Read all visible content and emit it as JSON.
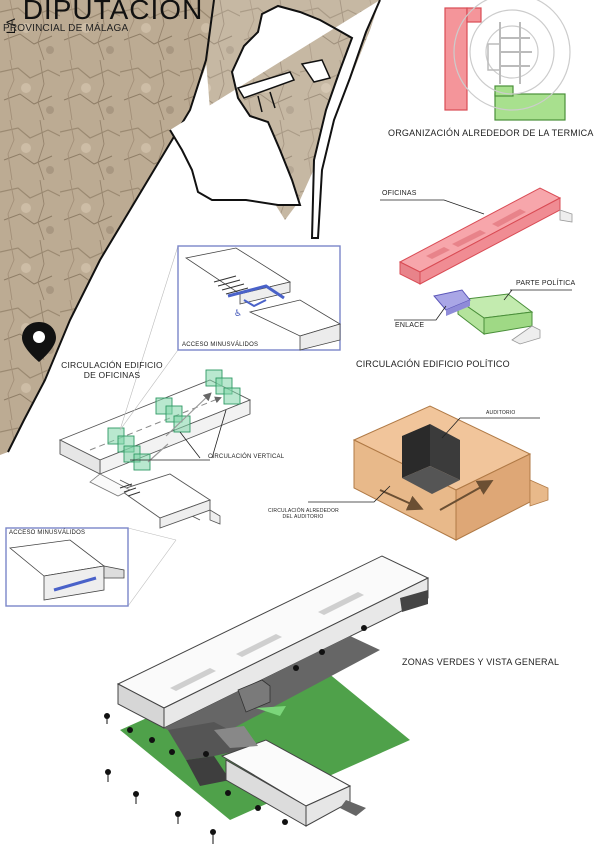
{
  "header": {
    "title_la": "LA",
    "title": "DIPUTACION",
    "subtitle": "PROVINCIAL DE MÁLAGA"
  },
  "labels": {
    "organizacion": "ORGANIZACIÓN ALREDEDOR DE LA TERMICA",
    "oficinas": "OFICINAS",
    "parte_politica": "PARTE POLÍTICA",
    "enlace": "ENLACE",
    "circ_politico": "CIRCULACIÓN EDIFICIO POLÍTICO",
    "circ_oficinas_1": "CIRCULACIÓN EDIFICIO",
    "circ_oficinas_2": "DE OFICINAS",
    "acceso_top": "ACCESO MINUSVÁLIDOS",
    "acceso_bottom": "ACCESO MINUSVÁLIDOS",
    "circ_vertical": "CIRCULACIÓN VERTICAL",
    "auditorio": "AUDITORIO",
    "circ_auditorio_1": "CIRCULACIÓN ALREDEDOR",
    "circ_auditorio_2": "DEL AUDITORIO",
    "zonas_verdes": "ZONAS VERDES Y VISTA GENERAL"
  },
  "colors": {
    "oficinas": "#f4959a",
    "politica": "#a8e08e",
    "enlace": "#a9a6e6",
    "auditorio": "#e8b98a",
    "green_zone": "#4fa14a",
    "detail_frame": "#7b86c9",
    "circulation_box": "#5cc28a",
    "rock": "#b9a78f"
  },
  "icons": [
    "location-pin-icon",
    "wheelchair-icon"
  ]
}
